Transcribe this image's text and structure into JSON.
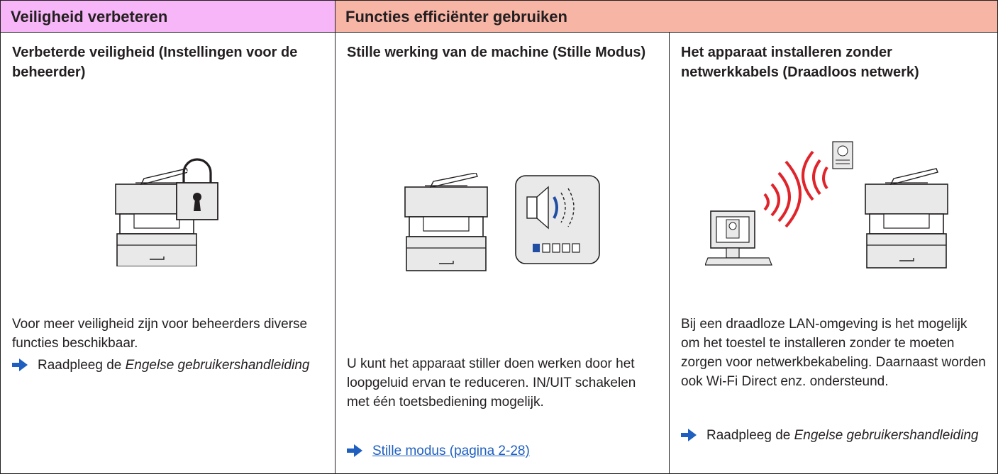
{
  "headers": {
    "left": "Veiligheid verbeteren",
    "right": "Functies efficiënter gebruiken"
  },
  "columns": [
    {
      "title": "Verbeterde veiligheid (Instellingen voor de beheerder)",
      "body": "Voor meer veiligheid zijn voor beheerders diverse functies beschikbaar.",
      "ref_prefix": "Raadpleeg de ",
      "ref_italic": "Engelse gebruikershandleiding",
      "ref_link": "",
      "icon": "printer-lock-icon"
    },
    {
      "title": "Stille werking van de machine (Stille Modus)",
      "body": "U kunt het apparaat stiller doen werken door het loopgeluid ervan te reduceren. IN/UIT schakelen met één toetsbediening mogelijk.",
      "ref_prefix": "",
      "ref_italic": "",
      "ref_link": "Stille modus (pagina 2-28)",
      "icon": "printer-speaker-icon"
    },
    {
      "title": "Het apparaat installeren zonder netwerkkabels (Draadloos netwerk)",
      "body": "Bij een draadloze LAN-omgeving is het mogelijk om het toestel te installeren zonder te moeten zorgen voor netwerkbekabeling. Daarnaast worden ook Wi-Fi Direct enz. ondersteund.",
      "ref_prefix": "Raadpleeg de ",
      "ref_italic": "Engelse gebruikershandleiding",
      "ref_link": "",
      "icon": "wireless-network-icon"
    }
  ],
  "colors": {
    "header_left": "#f7b6f7",
    "header_right": "#f7b5a6",
    "wave_red": "#e0242b",
    "speaker_blue": "#1f4ea3",
    "link": "#1f5fbf"
  }
}
